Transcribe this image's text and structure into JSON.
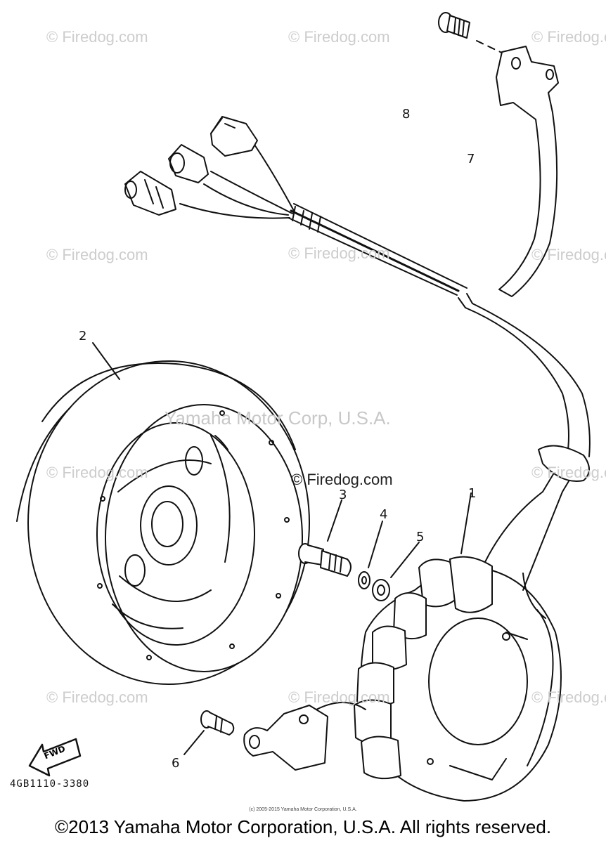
{
  "watermarks": {
    "firedog": "© Firedog.com",
    "center": "Yamaha Motor Corp, U.S.A."
  },
  "callouts": {
    "c1": "1",
    "c2": "2",
    "c3": "3",
    "c4": "4",
    "c5": "5",
    "c6": "6",
    "c7": "7",
    "c8": "8"
  },
  "fwd_label": "FWD",
  "part_number": "4GB1110-3380",
  "small_copyright": "(c) 2005-2015 Yamaha Motor Corporation, U.S.A.",
  "copyright": "©2013 Yamaha Motor Corporation, U.S.A. All rights reserved."
}
